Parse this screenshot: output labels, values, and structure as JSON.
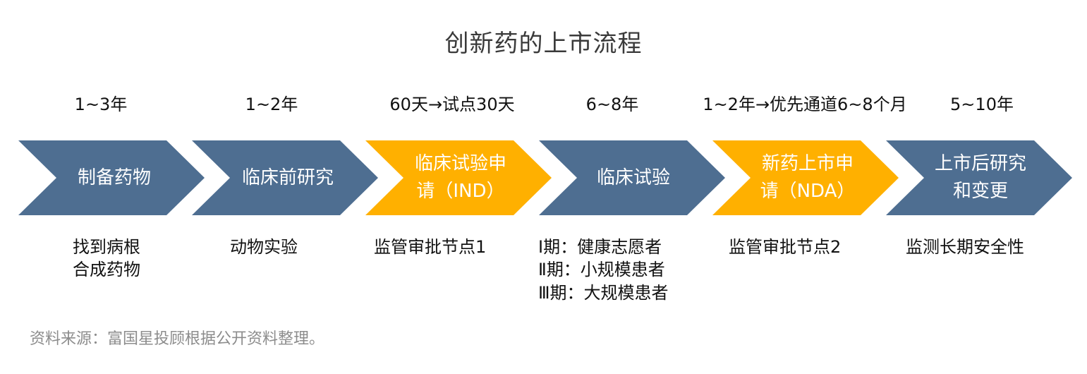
{
  "title": "创新药的上市流程",
  "stages": [
    {
      "label_lines": [
        "制备药物"
      ],
      "duration": "1~3年",
      "note_lines": [
        "找到病根",
        "合成药物"
      ],
      "color": "#4e6e91"
    },
    {
      "label_lines": [
        "临床前研究"
      ],
      "duration": "1~2年",
      "note_lines": [
        "动物实验"
      ],
      "color": "#4e6e91"
    },
    {
      "label_lines": [
        "临床试验申",
        "请（IND）"
      ],
      "duration": "60天→试点30天",
      "note_lines": [
        "监管审批节点1"
      ],
      "color": "#ffb000"
    },
    {
      "label_lines": [
        "临床试验"
      ],
      "duration": "6~8年",
      "note_lines": [
        "Ⅰ期：健康志愿者",
        "Ⅱ期：小规模患者",
        "Ⅲ期：大规模患者"
      ],
      "color": "#4e6e91"
    },
    {
      "label_lines": [
        "新药上市申",
        "请（NDA）"
      ],
      "duration": "1~2年→优先通道6~8个月",
      "note_lines": [
        "监管审批节点2"
      ],
      "color": "#ffb000"
    },
    {
      "label_lines": [
        "上市后研究",
        "和变更"
      ],
      "duration": "5~10年",
      "note_lines": [
        "监测长期安全性"
      ],
      "color": "#4e6e91"
    }
  ],
  "source": "资料来源：富国星投顾根据公开资料整理。"
}
